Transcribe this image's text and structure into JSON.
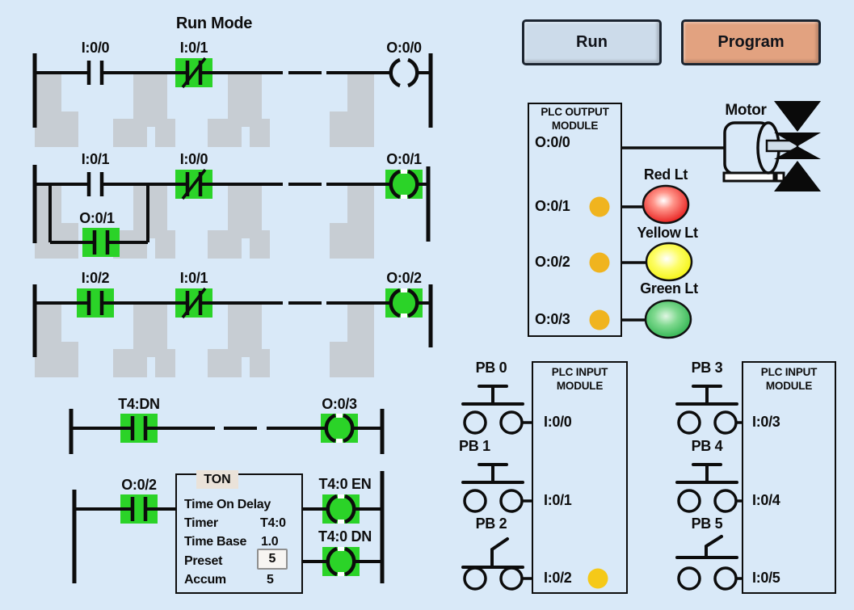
{
  "title": "Run Mode",
  "controls": {
    "run": "Run",
    "program": "Program"
  },
  "ladder": {
    "rung1": {
      "contact1": "I:0/0",
      "contact2": "I:0/1",
      "coil": "O:0/0"
    },
    "rung2": {
      "contact1": "I:0/1",
      "contact2": "I:0/0",
      "branch_contact": "O:0/1",
      "coil": "O:0/1"
    },
    "rung3": {
      "contact1": "I:0/2",
      "contact2": "I:0/1",
      "coil": "O:0/2"
    },
    "rung4": {
      "contact1": "T4:DN",
      "coil": "O:0/3"
    },
    "rung5": {
      "contact1": "O:0/2",
      "en_coil_label": "T4:0 EN",
      "dn_coil_label": "T4:0 DN"
    },
    "timer": {
      "tab": "TON",
      "name": "Time On Delay",
      "timer_label": "Timer",
      "timer_value": "T4:0",
      "time_base_label": "Time Base",
      "time_base_value": "1.0",
      "preset_label": "Preset",
      "preset_value": "5",
      "accum_label": "Accum",
      "accum_value": "5"
    }
  },
  "output_module": {
    "title_line1": "PLC OUTPUT",
    "title_line2": "MODULE",
    "rows": [
      "O:0/0",
      "O:0/1",
      "O:0/2",
      "O:0/3"
    ]
  },
  "devices": {
    "motor": "Motor",
    "red_light": "Red Lt",
    "yellow_light": "Yellow Lt",
    "green_light": "Green Lt"
  },
  "input_module_left": {
    "title_line1": "PLC INPUT",
    "title_line2": "MODULE",
    "rows": [
      "I:0/0",
      "I:0/1",
      "I:0/2"
    ],
    "pushbuttons": [
      "PB 0",
      "PB 1",
      "PB 2"
    ]
  },
  "input_module_right": {
    "title_line1": "PLC INPUT",
    "title_line2": "MODULE",
    "rows": [
      "I:0/3",
      "I:0/4",
      "I:0/5"
    ],
    "pushbuttons": [
      "PB 3",
      "PB 4",
      "PB 5"
    ]
  },
  "colors": {
    "background": "#d9e9f8",
    "highlight_green": "#2bd328",
    "ghost_gray": "#c7cdd3",
    "run_button": "#ccdbea",
    "program_button": "#e2a280",
    "indicator_amber": "#f0b41f",
    "input_indicator_yellow": "#f5c918",
    "red_light": "#e61414",
    "yellow_light": "#f2f204",
    "green_light": "#27b04a",
    "ton_tab": "#eae2d9"
  }
}
